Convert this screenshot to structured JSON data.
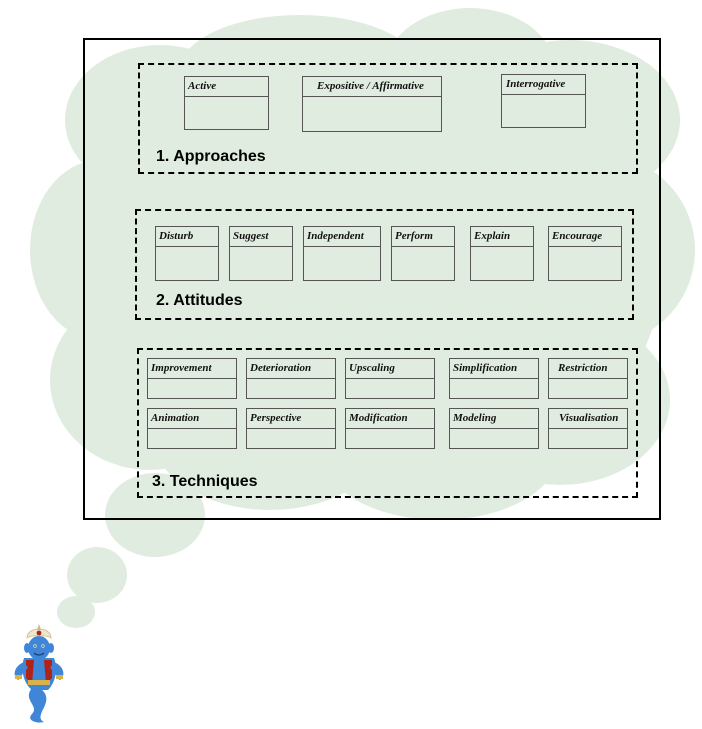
{
  "groups": {
    "approaches": {
      "label": "1. Approaches",
      "items": [
        "Active",
        "Expositive / Affirmative",
        "Interrogative"
      ]
    },
    "attitudes": {
      "label": "2. Attitudes",
      "items": [
        "Disturb",
        "Suggest",
        "Independent",
        "Perform",
        "Explain",
        "Encourage"
      ]
    },
    "techniques": {
      "label": "3. Techniques",
      "items": [
        "Improvement",
        "Deterioration",
        "Upscaling",
        "Simplification",
        "Restriction",
        "Animation",
        "Perspective",
        "Modification",
        "Modeling",
        "Visualisation"
      ]
    }
  },
  "colors": {
    "cloud": "#e1ece0",
    "border": "#000000",
    "genie_skin": "#3f86d8",
    "genie_vest": "#b02318",
    "genie_turban": "#f0e6c8"
  },
  "icons": [
    "thought-cloud",
    "genie-icon"
  ]
}
